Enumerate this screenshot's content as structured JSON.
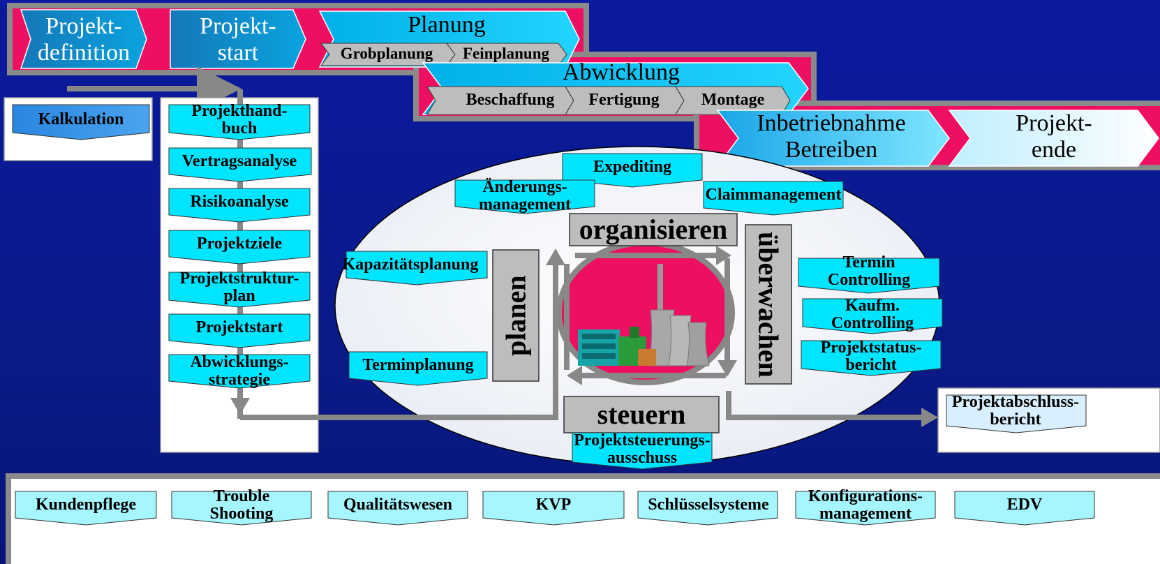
{
  "colors": {
    "background": "#0a1a8c",
    "band": "#ee0e62",
    "band_border": "#8a8a8a",
    "cyan": "#00e5ff",
    "light_cyan": "#a6f6ff",
    "phase_blue": "#00c4f0",
    "grey": "#bdbdbd"
  },
  "phases": {
    "definition": {
      "l1": "Projekt-",
      "l2": "definition"
    },
    "start": {
      "l1": "Projekt-",
      "l2": "start"
    },
    "planung": {
      "title": "Planung",
      "sub1": "Grobplanung",
      "sub2": "Feinplanung"
    },
    "abwicklung": {
      "title": "Abwicklung",
      "sub1": "Beschaffung",
      "sub2": "Fertigung",
      "sub3": "Montage"
    },
    "inbetrieb": {
      "l1": "Inbetriebnahme",
      "l2": "Betreiben"
    },
    "ende": {
      "l1": "Projekt-",
      "l2": "ende"
    }
  },
  "left": {
    "kalkulation": "Kalkulation"
  },
  "column": [
    {
      "l1": "Projekthand-",
      "l2": "buch"
    },
    {
      "l1": "Vertragsanalyse",
      "l2": ""
    },
    {
      "l1": "Risikoanalyse",
      "l2": ""
    },
    {
      "l1": "Projektziele",
      "l2": ""
    },
    {
      "l1": "Projektstruktur-",
      "l2": "plan"
    },
    {
      "l1": "Projektstart",
      "l2": ""
    },
    {
      "l1": "Abwicklungs-",
      "l2": "strategie"
    }
  ],
  "cycle": {
    "organisieren": "organisieren",
    "planen": "planen",
    "ueberwachen": "überwachen",
    "steuern": "steuern"
  },
  "ellipse_items": {
    "expediting": "Expediting",
    "aenderung": {
      "l1": "Änderungs-",
      "l2": "management"
    },
    "claim": "Claimmanagement",
    "kapazitaet": "Kapazitätsplanung",
    "termin": "Terminplanung",
    "termin_ctrl": {
      "l1": "Termin",
      "l2": "Controlling"
    },
    "kaufm": {
      "l1": "Kaufm.",
      "l2": "Controlling"
    },
    "status": {
      "l1": "Projektstatus-",
      "l2": "bericht"
    },
    "steuerung": {
      "l1": "Projektsteuerungs-",
      "l2": "ausschuss"
    }
  },
  "abschluss": {
    "l1": "Projektabschluss-",
    "l2": "bericht"
  },
  "bottom": [
    {
      "l1": "Kundenpflege",
      "l2": ""
    },
    {
      "l1": "Trouble",
      "l2": "Shooting"
    },
    {
      "l1": "Qualitätswesen",
      "l2": ""
    },
    {
      "l1": "KVP",
      "l2": ""
    },
    {
      "l1": "Schlüsselsysteme",
      "l2": ""
    },
    {
      "l1": "Konfigurations-",
      "l2": "management"
    },
    {
      "l1": "EDV",
      "l2": ""
    }
  ]
}
